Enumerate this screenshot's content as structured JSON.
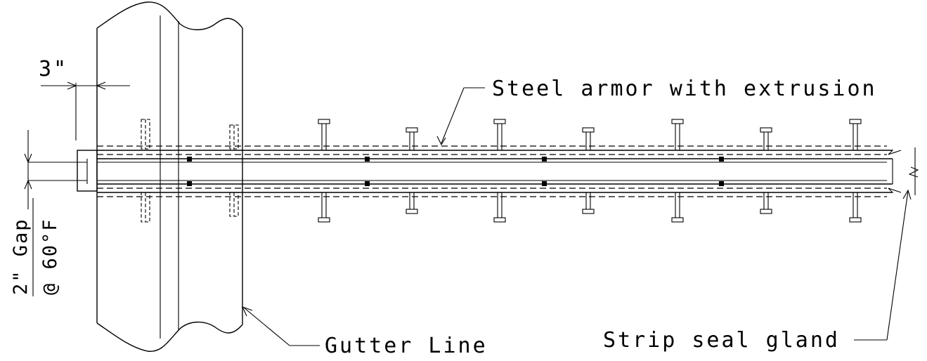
{
  "labels": {
    "dim_width": "3\"",
    "steel_armor": "Steel armor with extrusion",
    "gap_line1": "2\" Gap",
    "gap_line2": "@ 60°F",
    "gutter_line": "Gutter Line",
    "strip_seal": "Strip seal gland"
  },
  "colors": {
    "line": "#000000",
    "background": "#ffffff"
  }
}
